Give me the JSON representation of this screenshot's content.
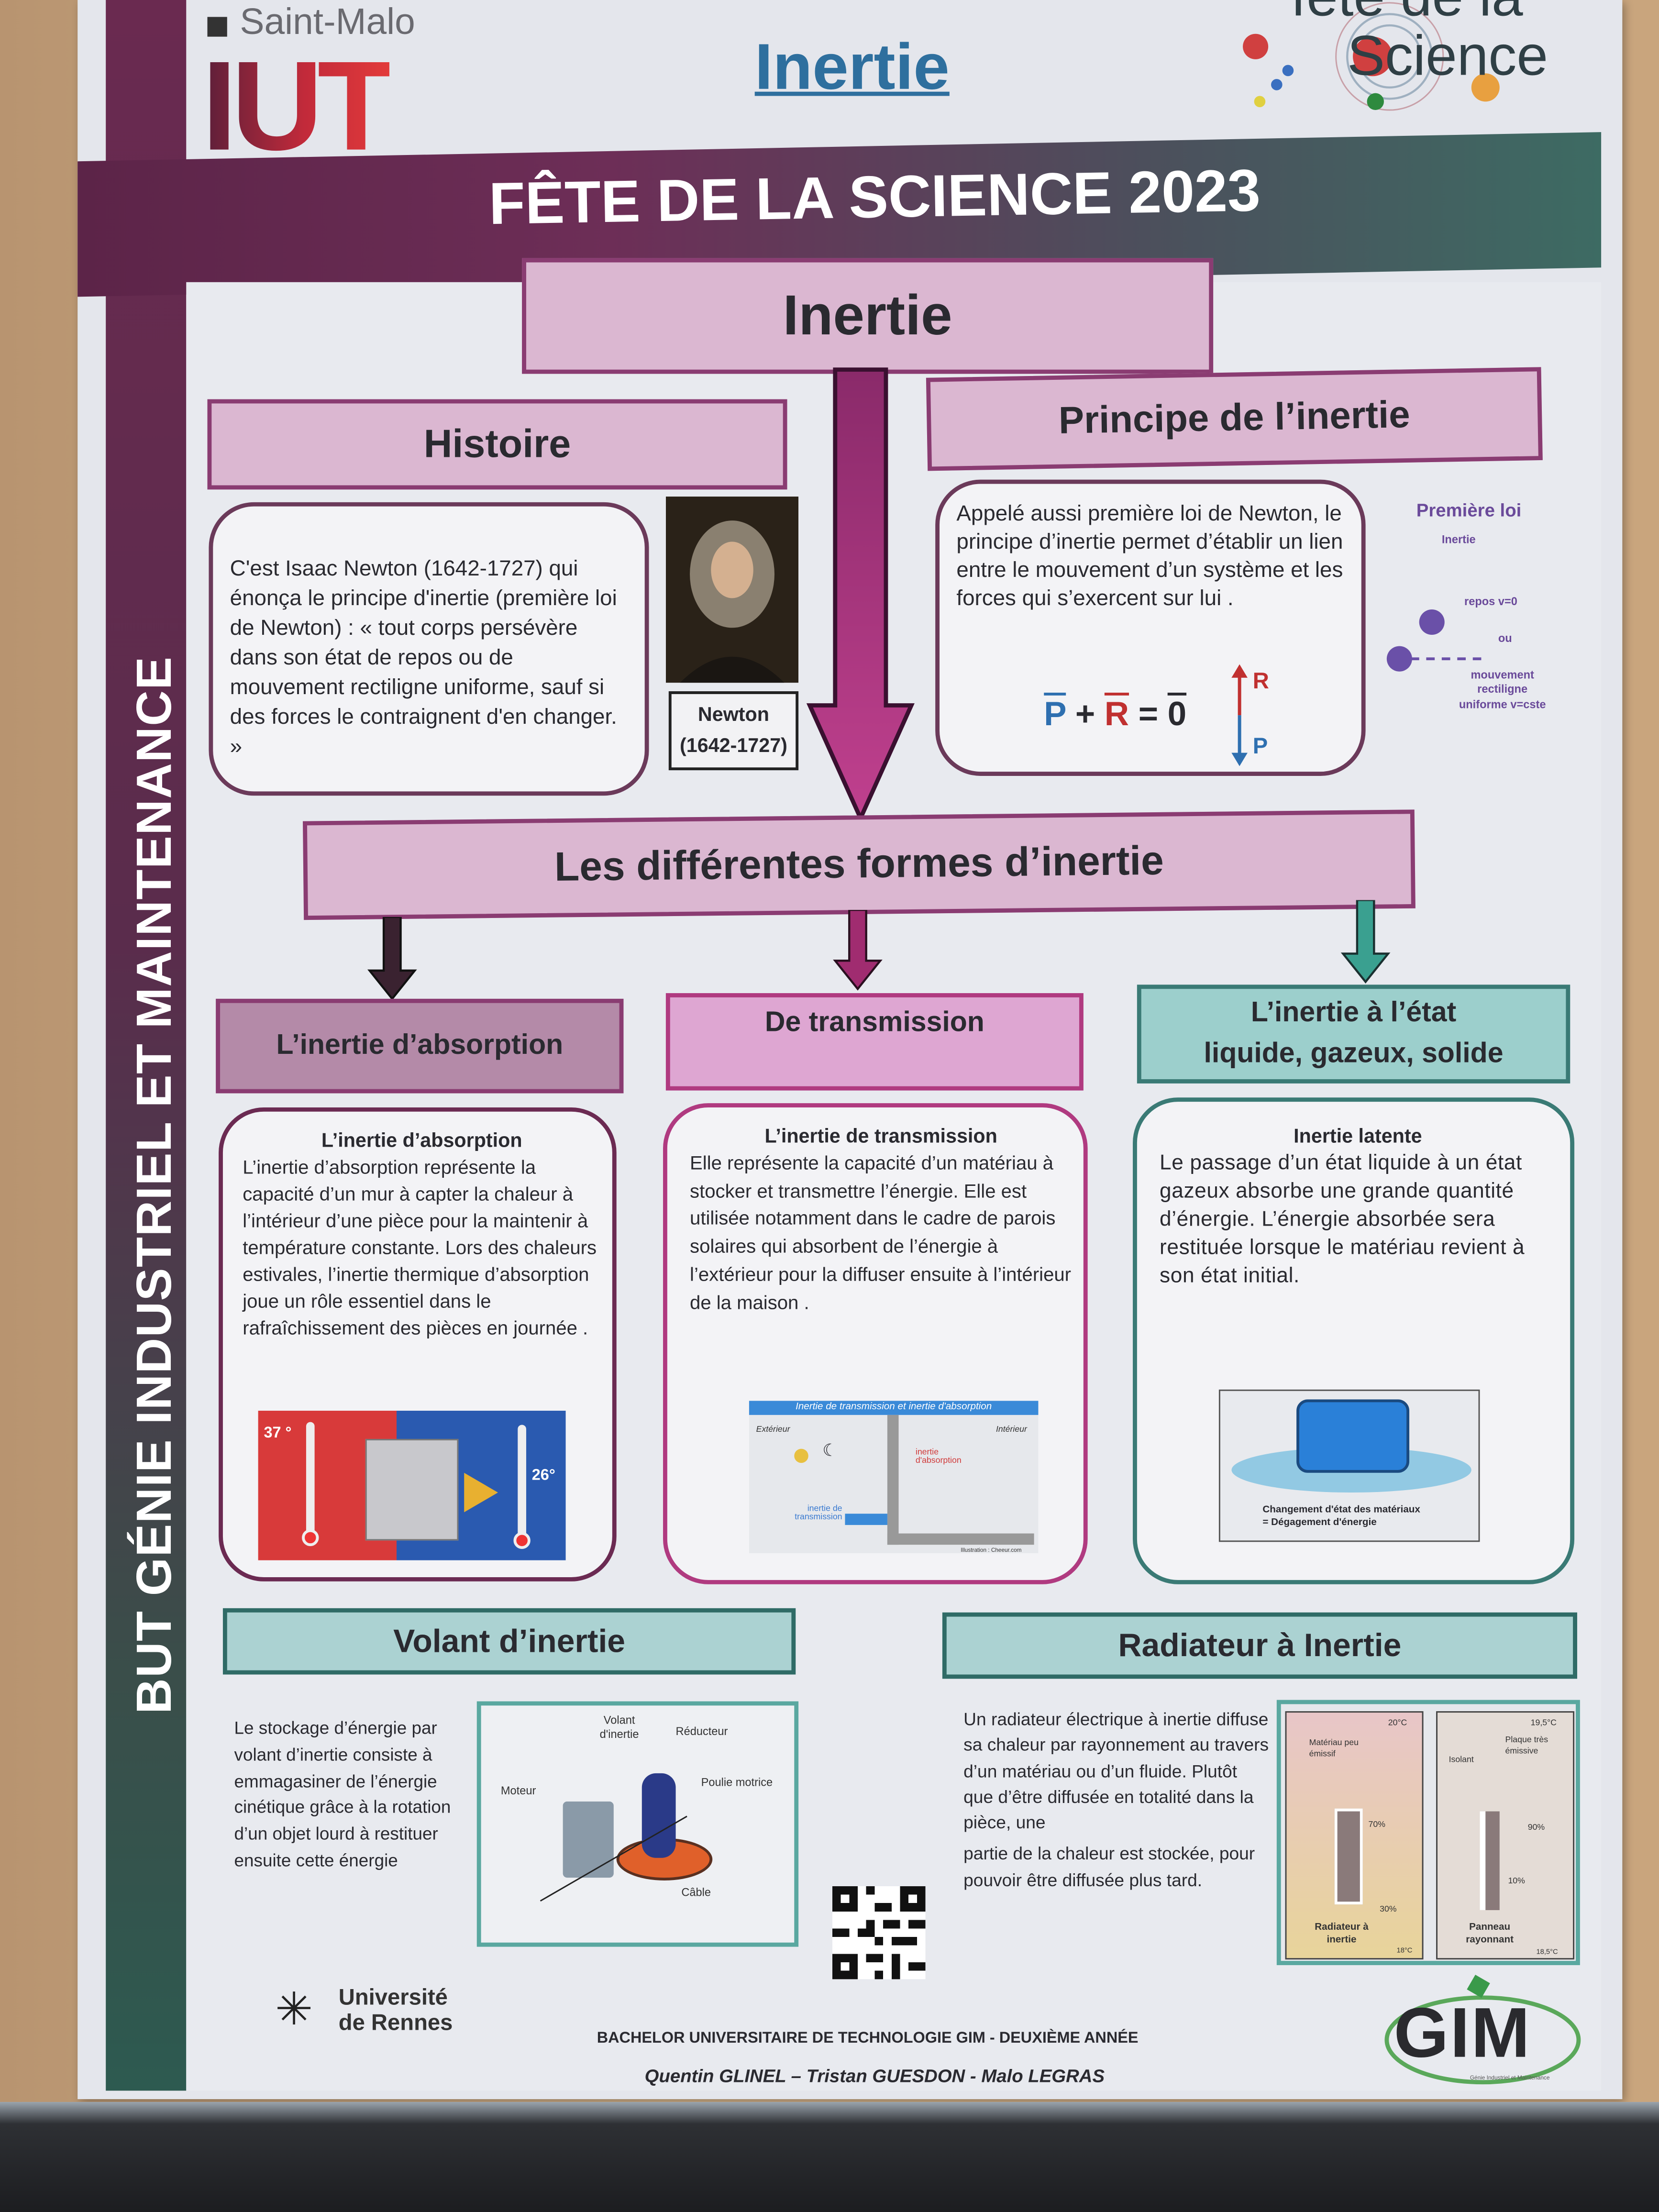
{
  "header": {
    "iut_city": "Saint-Malo",
    "iut_logo": "IUT",
    "top_title": "Inertie",
    "fds_logo_line1": "fête de la",
    "fds_logo_line2": "Science",
    "band_title": "FÊTE DE LA SCIENCE 2023",
    "vertical_band": "BUT GÉNIE INDUSTRIEL ET MAINTENANCE"
  },
  "main_title": "Inertie",
  "histoire": {
    "title": "Histoire",
    "text": "C'est Isaac Newton (1642-1727) qui énonça le principe d'inertie (première loi de Newton) : « tout corps persévère dans son état de repos ou de mouvement rectiligne uniforme, sauf si des forces  le contraignent d'en changer. »",
    "portrait_caption_name": "Newton",
    "portrait_caption_dates": "(1642-1727)"
  },
  "principe": {
    "title": "Principe de l’inertie",
    "text": "Appelé aussi première loi de Newton, le principe d’inertie permet d’établir un lien entre le mouvement d’un système et les forces qui s’exercent sur lui .",
    "formula": {
      "p": "P",
      "plus": "+",
      "r": "R",
      "eq": "=",
      "zero": "0"
    },
    "diagram_r": "R",
    "diagram_p": "P",
    "loi_title": "Première loi",
    "loi_subtitle": "Inertie",
    "loi_repos": "repos  v=0",
    "loi_ou": "ou",
    "loi_mouvement": "mouvement rectiligne uniforme v=cste"
  },
  "formes": {
    "title": "Les différentes formes d’inertie",
    "columns": [
      {
        "header": "L’inertie d’absorption",
        "subtitle": "L’inertie d’absorption",
        "text": "L’inertie d’absorption représente la capacité d’un mur à capter la chaleur à l’intérieur d’une pièce pour la maintenir à température constante. Lors des chaleurs estivales, l’inertie thermique d’absorption joue un rôle essentiel dans le rafraîchissement des pièces en journée .",
        "fig_hot": "37 °",
        "fig_cold": "26°"
      },
      {
        "header": "De transmission",
        "subtitle": "L’inertie de transmission",
        "text": "Elle représente la capacité d’un matériau à stocker et transmettre l’énergie. Elle est utilisée notamment dans le cadre de parois solaires qui absorbent de l’énergie à l’extérieur pour la diffuser ensuite à l’intérieur de la maison .",
        "fig_title": "Inertie de transmission et inertie d'absorption",
        "fig_exterieur": "Extérieur",
        "fig_interieur": "Intérieur",
        "fig_absorption": "inertie d'absorption",
        "fig_transmission": "inertie de transmission",
        "fig_credit": "Illustration : Cheeur.com"
      },
      {
        "header": "L’inertie à l’état liquide, gazeux, solide",
        "subtitle": "Inertie latente",
        "text": "Le passage d’un état liquide à un état gazeux absorbe une grande quantité d’énergie. L’énergie absorbée sera restituée lorsque le matériau revient à son état initial.",
        "fig_caption1": "Changement d'état des matériaux",
        "fig_caption2": "= Dégagement d'énergie"
      }
    ]
  },
  "volant": {
    "title": "Volant d’inertie",
    "text": "Le stockage d’énergie par volant d’inertie consiste à emmagasiner de l’énergie cinétique grâce à la rotation d’un objet lourd à restituer ensuite cette énergie",
    "labels": {
      "volant": "Volant d'inertie",
      "reducteur": "Réducteur",
      "poulie": "Poulie motrice",
      "moteur": "Moteur",
      "cable": "Câble"
    }
  },
  "radiateur": {
    "title": "Radiateur à Inertie",
    "text1": "Un radiateur électrique à inertie diffuse sa chaleur par rayonnement au travers d’un matériau ou d’un fluide. Plutôt que d’être diffusée en totalité dans la pièce, une",
    "text2": "partie de la chaleur est stockée, pour pouvoir être diffusée plus tard.",
    "left_panel": {
      "top_temp": "20°C",
      "material": "Matériau peu émissif",
      "pct_top": "70%",
      "pct_bottom": "30%",
      "name": "Radiateur à inertie",
      "bottom_temp": "18°C"
    },
    "right_panel": {
      "top_temp": "19,5°C",
      "isolant": "Isolant",
      "plaque": "Plaque très émissive",
      "pct_top": "90%",
      "pct_bottom": "10%",
      "name": "Panneau rayonnant",
      "bottom_temp": "18,5°C"
    }
  },
  "footer": {
    "university": "Université de Rennes",
    "line1": "BACHELOR UNIVERSITAIRE DE TECHNOLOGIE GIM - DEUXIÈME ANNÉE",
    "line2": "Quentin GLINEL  – Tristan GUESDON - Malo LEGRAS",
    "gim_logo": "GIM",
    "gim_subtitle": "Génie Industriel et Maintenance"
  },
  "colors": {
    "purple": "#8a3c72",
    "pink": "#dbb7d1",
    "teal": "#3a7a75",
    "title_blue": "#2e6f9e"
  }
}
